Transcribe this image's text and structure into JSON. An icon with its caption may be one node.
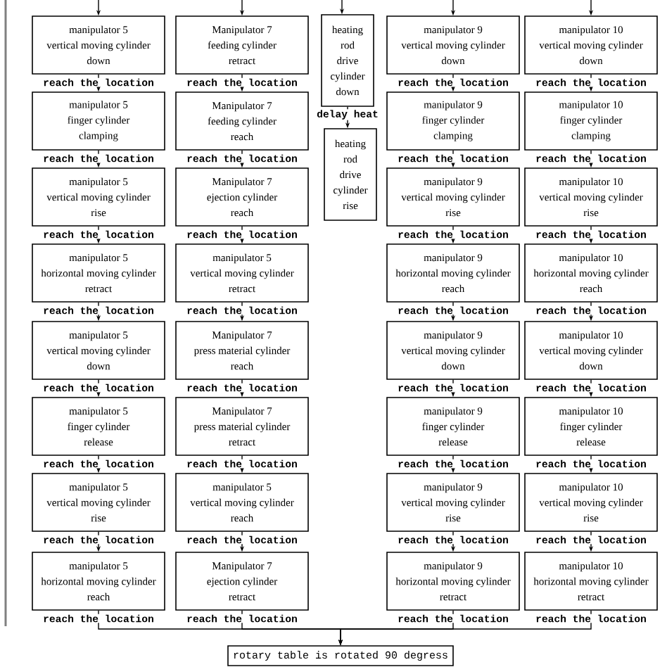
{
  "diagram": {
    "nodes": [
      {
        "text": [
          "manipulator 5",
          "vertical moving cylinder",
          "down"
        ]
      },
      {
        "text": [
          "manipulator 5",
          "finger cylinder",
          "clamping"
        ]
      },
      {
        "text": [
          "manipulator 5",
          "vertical moving cylinder",
          "rise"
        ]
      },
      {
        "text": [
          "manipulator 5",
          "horizontal moving cylinder",
          "retract"
        ]
      },
      {
        "text": [
          "manipulator 5",
          "vertical moving cylinder",
          "down"
        ]
      },
      {
        "text": [
          "manipulator 5",
          "finger cylinder",
          "release"
        ]
      },
      {
        "text": [
          "manipulator 5",
          "vertical moving cylinder",
          "rise"
        ]
      },
      {
        "text": [
          "manipulator 5",
          "horizontal moving cylinder",
          "reach"
        ]
      },
      {
        "text": [
          "Manipulator 7",
          "feeding cylinder",
          "retract"
        ]
      },
      {
        "text": [
          "Manipulator 7",
          "feeding cylinder",
          "reach"
        ]
      },
      {
        "text": [
          "Manipulator 7",
          "ejection cylinder",
          "reach"
        ]
      },
      {
        "text": [
          "manipulator 5",
          "vertical moving cylinder",
          "retract"
        ]
      },
      {
        "text": [
          "Manipulator 7",
          "press material cylinder",
          "reach"
        ]
      },
      {
        "text": [
          "Manipulator 7",
          "press material cylinder",
          "retract"
        ]
      },
      {
        "text": [
          "manipulator 5",
          "vertical moving cylinder",
          "reach"
        ]
      },
      {
        "text": [
          "Manipulator 7",
          "ejection cylinder",
          "retract"
        ]
      },
      {
        "text": [
          "heating rod drive cylinder down"
        ]
      },
      {
        "text": [
          "heating rod drive cylinder rise"
        ]
      },
      {
        "text": [
          "manipulator 9",
          "vertical moving cylinder",
          "down"
        ]
      },
      {
        "text": [
          "manipulator 9",
          "finger cylinder",
          "clamping"
        ]
      },
      {
        "text": [
          "manipulator 9",
          "vertical moving cylinder",
          "rise"
        ]
      },
      {
        "text": [
          "manipulator 9",
          "horizontal moving cylinder",
          "reach"
        ]
      },
      {
        "text": [
          "manipulator 9",
          "vertical moving cylinder",
          "down"
        ]
      },
      {
        "text": [
          "manipulator 9",
          "finger cylinder",
          "release"
        ]
      },
      {
        "text": [
          "manipulator 9",
          "vertical moving cylinder",
          "rise"
        ]
      },
      {
        "text": [
          "manipulator 9",
          "horizontal moving cylinder",
          "retract"
        ]
      },
      {
        "text": [
          "manipulator 10",
          "vertical moving cylinder",
          "down"
        ]
      },
      {
        "text": [
          "manipulator 10",
          "finger cylinder",
          "clamping"
        ]
      },
      {
        "text": [
          "manipulator 10",
          "vertical moving cylinder",
          "rise"
        ]
      },
      {
        "text": [
          "manipulator 10",
          "horizontal moving cylinder",
          "reach"
        ]
      },
      {
        "text": [
          "manipulator 10",
          "vertical moving cylinder",
          "down"
        ]
      },
      {
        "text": [
          "manipulator 10",
          "finger cylinder",
          "release"
        ]
      },
      {
        "text": [
          "manipulator 10",
          "vertical moving cylinder",
          "rise"
        ]
      },
      {
        "text": [
          "manipulator 10",
          "horizontal moving cylinder",
          "retract"
        ]
      },
      {
        "text": [
          "rotary table is rotated 90 degress"
        ]
      }
    ],
    "edges": [
      {
        "from": null,
        "to": 0,
        "arrow": "to"
      },
      {
        "from": null,
        "to": 8,
        "arrow": "to"
      },
      {
        "from": null,
        "to": 16,
        "arrow": "to"
      },
      {
        "from": null,
        "to": 18,
        "arrow": "to"
      },
      {
        "from": null,
        "to": 26,
        "arrow": "to"
      },
      {
        "from": 0,
        "to": 1,
        "arrow": "to",
        "label": "reach the location"
      },
      {
        "from": 1,
        "to": 2,
        "arrow": "to",
        "label": "reach the location"
      },
      {
        "from": 2,
        "to": 3,
        "arrow": "to",
        "label": "reach the location"
      },
      {
        "from": 3,
        "to": 4,
        "arrow": "to",
        "label": "reach the location"
      },
      {
        "from": 4,
        "to": 5,
        "arrow": "to",
        "label": "reach the location"
      },
      {
        "from": 5,
        "to": 6,
        "arrow": "to",
        "label": "reach the location"
      },
      {
        "from": 6,
        "to": 7,
        "arrow": "to",
        "label": "reach the location"
      },
      {
        "from": 8,
        "to": 9,
        "arrow": "to",
        "label": "reach the location"
      },
      {
        "from": 9,
        "to": 10,
        "arrow": "to",
        "label": "reach the location"
      },
      {
        "from": 10,
        "to": 11,
        "arrow": "to",
        "label": "reach the location"
      },
      {
        "from": 11,
        "to": 12,
        "arrow": "to",
        "label": "reach the location"
      },
      {
        "from": 12,
        "to": 13,
        "arrow": "to",
        "label": "reach the location"
      },
      {
        "from": 13,
        "to": 14,
        "arrow": "to",
        "label": "reach the location"
      },
      {
        "from": 14,
        "to": 15,
        "arrow": "to",
        "label": "reach the location"
      },
      {
        "from": 16,
        "to": 17,
        "arrow": "to",
        "label": "delay heat"
      },
      {
        "from": 18,
        "to": 19,
        "arrow": "to",
        "label": "reach the location"
      },
      {
        "from": 19,
        "to": 20,
        "arrow": "to",
        "label": "reach the location"
      },
      {
        "from": 20,
        "to": 21,
        "arrow": "to",
        "label": "reach the location"
      },
      {
        "from": 21,
        "to": 22,
        "arrow": "to",
        "label": "reach the location"
      },
      {
        "from": 22,
        "to": 23,
        "arrow": "to",
        "label": "reach the location"
      },
      {
        "from": 23,
        "to": 24,
        "arrow": "to",
        "label": "reach the location"
      },
      {
        "from": 24,
        "to": 25,
        "arrow": "to",
        "label": "reach the location"
      },
      {
        "from": 26,
        "to": 27,
        "arrow": "to",
        "label": "reach the location"
      },
      {
        "from": 27,
        "to": 28,
        "arrow": "to",
        "label": "reach the location"
      },
      {
        "from": 28,
        "to": 29,
        "arrow": "to",
        "label": "reach the location"
      },
      {
        "from": 29,
        "to": 30,
        "arrow": "to",
        "label": "reach the location"
      },
      {
        "from": 30,
        "to": 31,
        "arrow": "to",
        "label": "reach the location"
      },
      {
        "from": 31,
        "to": 32,
        "arrow": "to",
        "label": "reach the location"
      },
      {
        "from": 32,
        "to": 33,
        "arrow": "to",
        "label": "reach the location"
      },
      {
        "from": 7,
        "to": 34,
        "arrow": "to",
        "label": "reach the location"
      },
      {
        "from": 15,
        "to": 34,
        "arrow": "to",
        "label": "reach the location"
      },
      {
        "from": 25,
        "to": 34,
        "arrow": "to",
        "label": "reach the location"
      },
      {
        "from": 33,
        "to": 34,
        "arrow": "to",
        "label": "reach the location"
      }
    ]
  }
}
